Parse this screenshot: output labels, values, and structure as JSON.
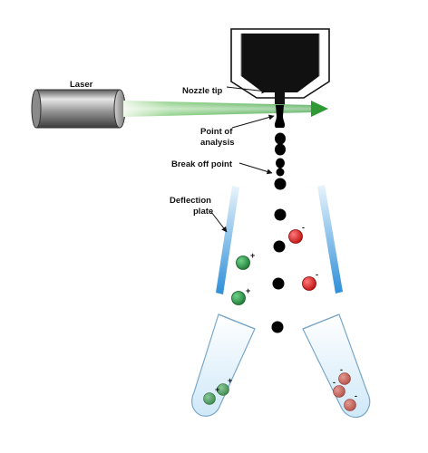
{
  "labels": {
    "laser": "Laser",
    "nozzle_tip": "Nozzle tip",
    "point_of_analysis_line1": "Point of",
    "point_of_analysis_line2": "analysis",
    "break_off_point": "Break off point",
    "deflection_plate_line1": "Deflection",
    "deflection_plate_line2": "plate"
  },
  "charges": {
    "positive": "+",
    "negative": "-"
  },
  "colors": {
    "positive_droplet": "#2e9a48",
    "negative_droplet": "#e02424",
    "collected_positive": "#4c9c60",
    "collected_negative": "#c9625a",
    "laser_beam": "#3aa43a",
    "stream": "#000000",
    "deflection_plate": "#4aa6e0",
    "tube_liquid": "#d8eefa"
  }
}
